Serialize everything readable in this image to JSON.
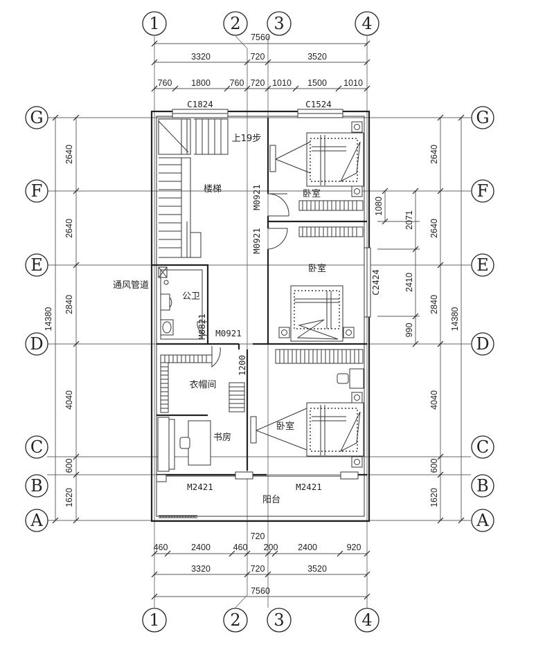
{
  "axes": {
    "columns": [
      "1",
      "2",
      "3",
      "4"
    ],
    "rows": [
      "G",
      "F",
      "E",
      "D",
      "C",
      "B",
      "A"
    ]
  },
  "dimensions": {
    "top_total": "7560",
    "top_mid": [
      "3320",
      "720",
      "3520"
    ],
    "top_detail": [
      "760",
      "1800",
      "760",
      "720",
      "1010",
      "1500",
      "1010"
    ],
    "bottom_detail": [
      "460",
      "2400",
      "460",
      "200",
      "2400",
      "920"
    ],
    "bottom_single": "720",
    "bottom_mid": [
      "3320",
      "720",
      "3520"
    ],
    "bottom_total": "7560",
    "left_rows": [
      "2640",
      "2640",
      "2840",
      "4040",
      "600",
      "1620"
    ],
    "left_total": "14380",
    "right_rows": [
      "2640",
      "2640",
      "2840",
      "4040",
      "600",
      "1620"
    ],
    "right_total": "14380",
    "right_detail": [
      "1080",
      "2071",
      "2410",
      "990"
    ],
    "wardrobe_dim": "1200"
  },
  "rooms": {
    "stair": "楼梯",
    "stair_note": "上19步",
    "bedroom_top": "卧室",
    "bedroom_mid": "卧室",
    "bedroom_bottom": "卧室",
    "public_wc": "公卫",
    "vent_duct": "通风管道",
    "cloakroom": "衣帽间",
    "study": "书房",
    "balcony": "阳台"
  },
  "openings": {
    "window_top_left": "C1824",
    "window_top_right": "C1524",
    "window_right": "C2424",
    "door_bed1": "M0921",
    "door_bed2": "M0921",
    "door_wc": "M0821",
    "door_cloak": "M0921",
    "balcony_door_left": "M2421",
    "balcony_door_right": "M2421"
  }
}
